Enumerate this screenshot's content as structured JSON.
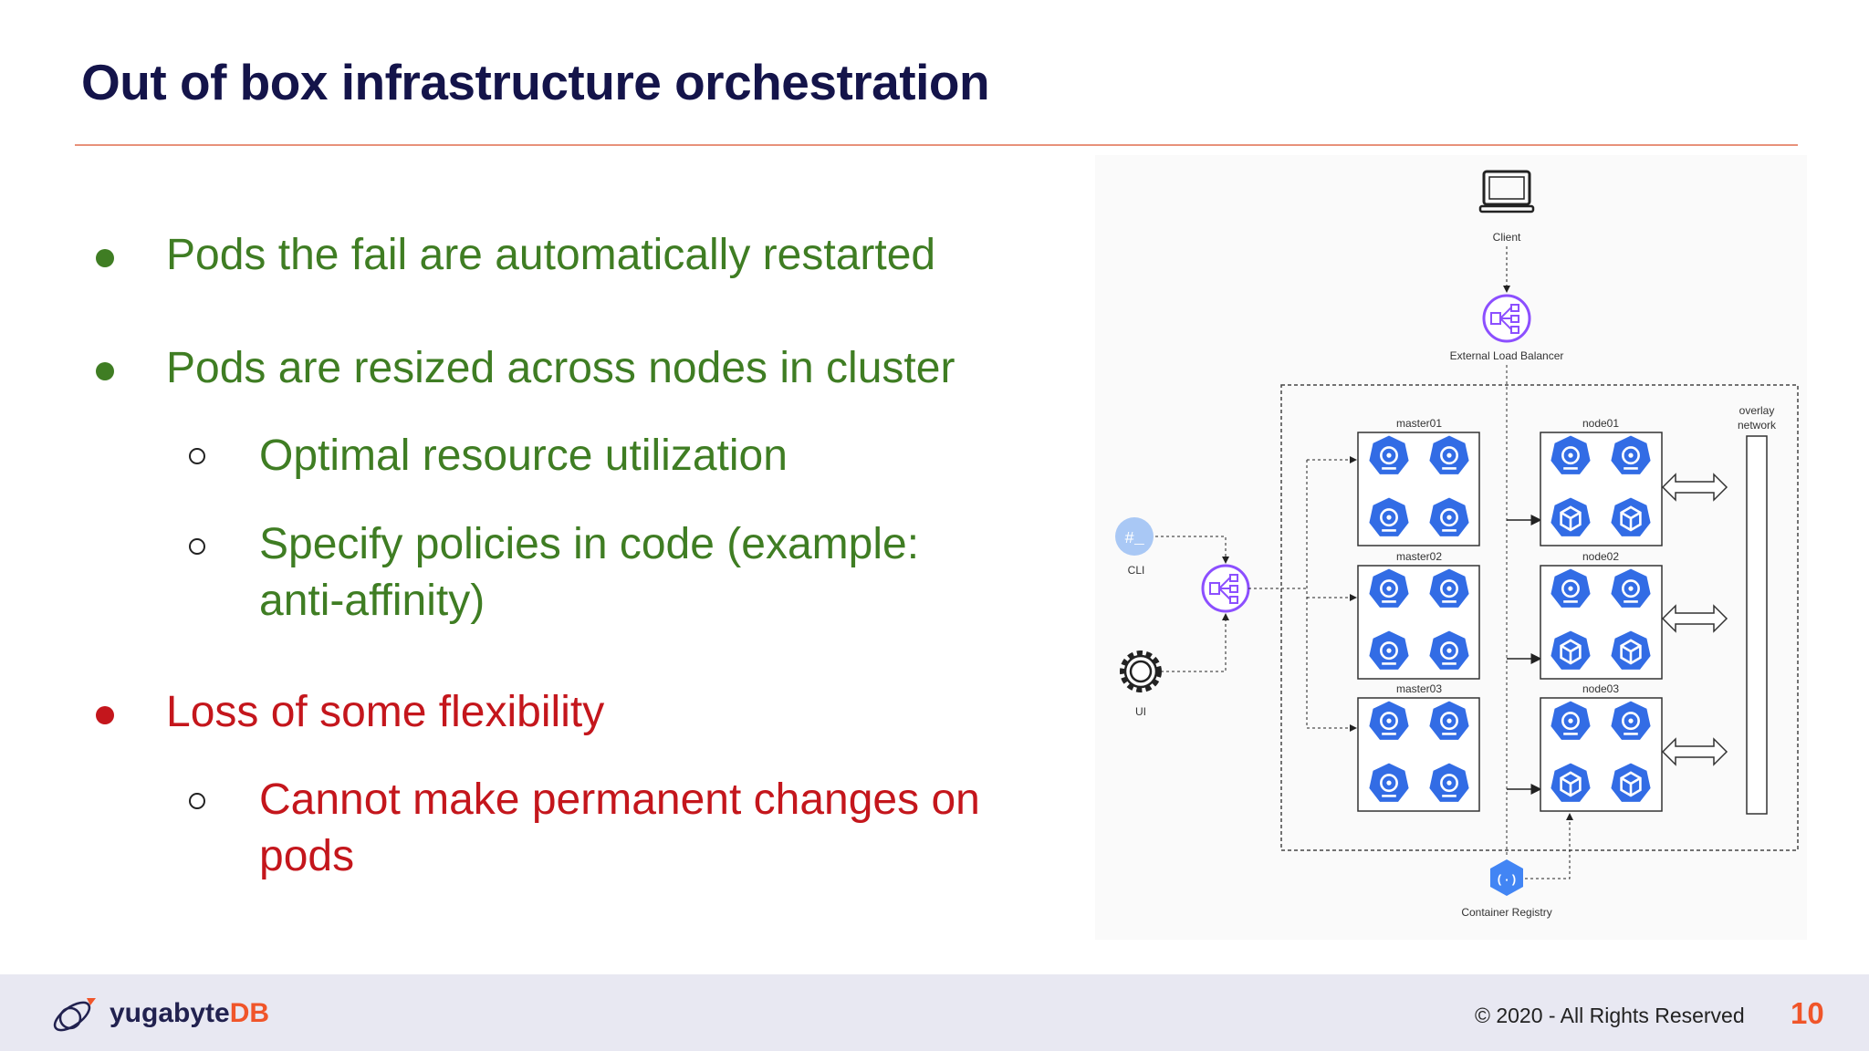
{
  "slide": {
    "title": "Out of box infrastructure orchestration",
    "page_number": "10"
  },
  "bullets": [
    {
      "text": "Pods the fail are automatically restarted",
      "level": 1,
      "color": "#3f7d23"
    },
    {
      "text": "Pods are resized across nodes in cluster",
      "level": 1,
      "color": "#3f7d23"
    },
    {
      "text": "Optimal resource utilization",
      "level": 2,
      "color": "#3f7d23"
    },
    {
      "text": "Specify policies in code (example:",
      "level": 2,
      "color": "#3f7d23"
    },
    {
      "text": "anti-affinity)",
      "level": 2,
      "color": "#3f7d23"
    },
    {
      "text": "Loss of some flexibility",
      "level": 1,
      "color": "#c4161c"
    },
    {
      "text": "Cannot make permanent changes on",
      "level": 2,
      "color": "#c4161c"
    },
    {
      "text": "pods",
      "level": 2,
      "color": "#c4161c"
    }
  ],
  "diagram": {
    "client": "Client",
    "load_balancer": "External Load Balancer",
    "cli": "CLI",
    "ui": "UI",
    "overlay": [
      "overlay",
      "network"
    ],
    "masters": [
      "master01",
      "master02",
      "master03"
    ],
    "nodes": [
      "node01",
      "node02",
      "node03"
    ],
    "registry": "Container Registry"
  },
  "footer": {
    "logo_main": "yugabyte",
    "logo_db": "DB",
    "copyright": "© 2020 - All Rights Reserved"
  },
  "colors": {
    "title": "#14144a",
    "rule": "#e8917a",
    "green": "#3f7d23",
    "red": "#c4161c",
    "accent": "#f0552a",
    "k8s_blue": "#326ce5",
    "lb_purple": "#8c4fff"
  }
}
